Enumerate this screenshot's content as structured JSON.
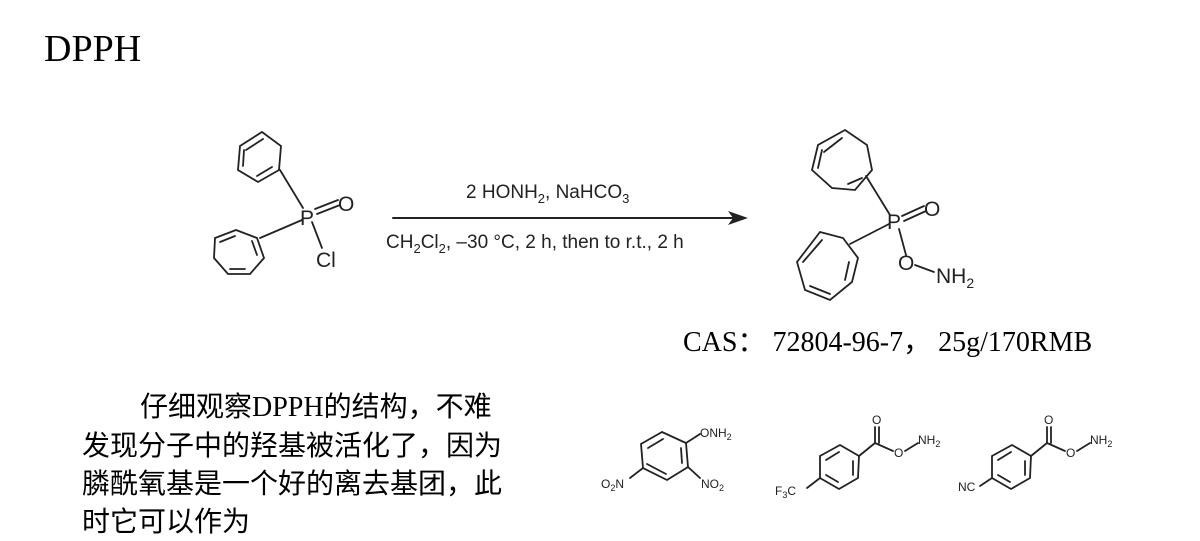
{
  "title": "DPPH",
  "reaction": {
    "reagents_above": [
      "2 HONH",
      "2",
      ", NaHCO",
      "3"
    ],
    "conditions_below": [
      "CH",
      "2",
      "Cl",
      "2",
      ", –30 °C, 2 h, then to r.t., 2 h"
    ],
    "reactant_atoms": {
      "phosphorus": "P",
      "oxygen": "O",
      "chlorine": "Cl"
    },
    "product_atoms": {
      "phosphorus": "P",
      "oxygen": "O",
      "ester_oxygen": "O",
      "amine": "NH",
      "amine_sub": "2"
    }
  },
  "cas_line": "CAS： 72804-96-7， 25g/170RMB",
  "paragraph": {
    "part1": "仔细观察",
    "latin": "DPPH",
    "part2": "的结构，不难发现分子中的羟基被活化了，因为膦酰氧基是一个好的离去基团，此时它可以作为"
  },
  "examples": {
    "ex1": {
      "amine": "ONH",
      "sub2": "2",
      "no2_left": "O",
      "no2_left_sub": "2",
      "no2_left_n": "N",
      "no2_right": "NO",
      "no2_right_sub": "2"
    },
    "ex2": {
      "o": "O",
      "ester_o": "O",
      "nh": "NH",
      "sub2": "2",
      "cf3": "F",
      "cf3_sub": "3",
      "cf3_c": "C"
    },
    "ex3": {
      "o": "O",
      "ester_o": "O",
      "nh": "NH",
      "sub2": "2",
      "cn": "NC"
    }
  }
}
